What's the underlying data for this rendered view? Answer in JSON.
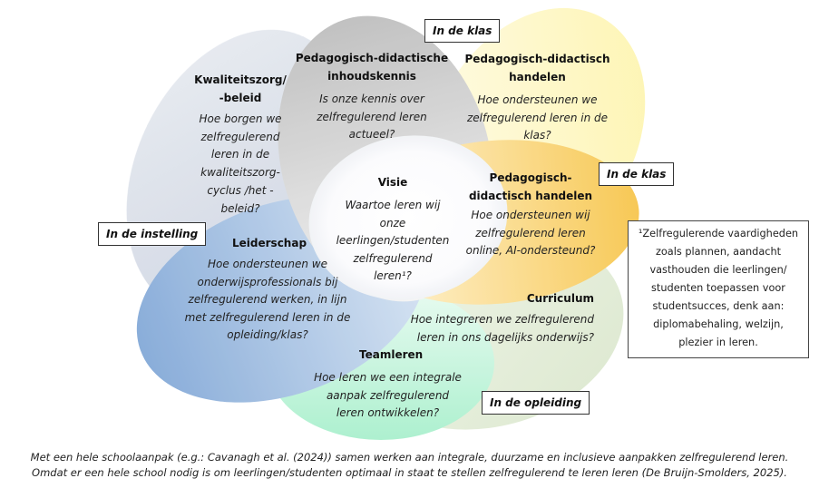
{
  "petals": [
    {
      "id": "kwaliteitszorg",
      "title": "Kwaliteitszorg/ -beleid",
      "title_lines": [
        "Kwaliteitszorg/",
        "-beleid"
      ],
      "question_lines": [
        "Hoe borgen we",
        "zelfregulerend",
        "leren in de",
        "kwaliteitszorg-",
        "cyclus /het -",
        "beleid?"
      ],
      "color": "#d7dde8"
    },
    {
      "id": "inhoudskennis",
      "title_lines": [
        "Pedagogisch-didactische",
        "inhoudskennis"
      ],
      "question_lines": [
        "Is onze kennis over",
        "zelfregulerend leren",
        "actueel?"
      ],
      "color": "#bdbdbd"
    },
    {
      "id": "handelen-klas",
      "title_lines": [
        "Pedagogisch-didactisch",
        "handelen"
      ],
      "question_lines": [
        "Hoe ondersteunen we",
        "zelfregulerend leren in de",
        "klas?"
      ],
      "color": "#fdf3b0"
    },
    {
      "id": "handelen-online",
      "title_lines": [
        "Pedagogisch-",
        "didactisch handelen"
      ],
      "question_lines": [
        "Hoe ondersteunen wij",
        "zelfregulerend leren",
        "online, AI-ondersteund?"
      ],
      "color": "#f8cc55"
    },
    {
      "id": "curriculum",
      "title_lines": [
        "Curriculum"
      ],
      "question_lines": [
        "Hoe integreren we zelfregulerend",
        "leren in ons dagelijks onderwijs?"
      ],
      "color": "#dfe9d2"
    },
    {
      "id": "teamleren",
      "title_lines": [
        "Teamleren"
      ],
      "question_lines": [
        "Hoe leren we een integrale",
        "aanpak zelfregulerend",
        "leren ontwikkelen?"
      ],
      "color": "#b8f0d4"
    },
    {
      "id": "leiderschap",
      "title_lines": [
        "Leiderschap"
      ],
      "question_lines": [
        "Hoe ondersteunen we",
        "onderwijsprofessionals bij",
        "zelfregulerend werken, in lijn",
        "met zelfregulerend leren in de",
        "opleiding/klas?"
      ],
      "color": "#8fb2dc"
    },
    {
      "id": "visie",
      "title_lines": [
        "Visie"
      ],
      "question_lines": [
        "Waartoe leren wij",
        "onze",
        "leerlingen/studenten",
        "zelfregulerend leren¹?"
      ],
      "color": "#ffffff"
    }
  ],
  "tags": {
    "klas_top": "In de klas",
    "klas_right": "In de klas",
    "instelling": "In de instelling",
    "opleiding": "In de opleiding"
  },
  "footnote_lines": [
    "¹Zelfregulerende vaardigheden",
    "zoals plannen, aandacht",
    "vasthouden die leerlingen/",
    "studenten toepassen voor",
    "studentsucces, denk aan:",
    "diplomabehaling, welzijn,",
    "plezier in leren."
  ],
  "caption_lines": [
    "Met een hele schoolaanpak (e.g.: Cavanagh et al. (2024)) samen werken aan integrale, duurzame en inclusieve aanpakken zelfregulerend leren.",
    "Omdat er een hele school nodig is om leerlingen/studenten optimaal in staat te stellen zelfregulerend te leren leren  (De Bruijn-Smolders, 2025)."
  ]
}
